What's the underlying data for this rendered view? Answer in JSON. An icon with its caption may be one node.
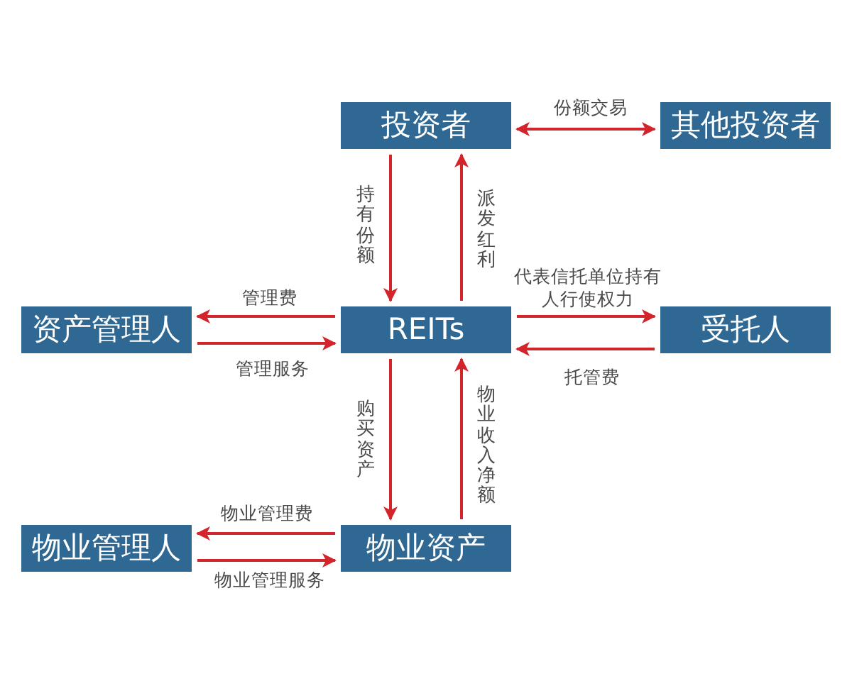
{
  "diagram": {
    "nodes": [
      {
        "text": [
          "投资者"
        ]
      },
      {
        "text": [
          "其他投资者"
        ]
      },
      {
        "text": [
          "资产管理人"
        ]
      },
      {
        "text": [
          "REITs"
        ]
      },
      {
        "text": [
          "受托人"
        ]
      },
      {
        "text": [
          "物业管理人"
        ]
      },
      {
        "text": [
          "物业资产"
        ]
      }
    ],
    "edges": [
      {
        "from": 0,
        "to": 1,
        "arrow": "both",
        "label": "份额交易"
      },
      {
        "from": 0,
        "to": 3,
        "arrow": "to",
        "label": "持有份额"
      },
      {
        "from": 3,
        "to": 0,
        "arrow": "to",
        "label": "派发红利"
      },
      {
        "from": 3,
        "to": 2,
        "arrow": "to",
        "label": "管理费"
      },
      {
        "from": 2,
        "to": 3,
        "arrow": "to",
        "label": "管理服务"
      },
      {
        "from": 3,
        "to": 4,
        "arrow": "to",
        "label": "代表信托单位持有人行使权力"
      },
      {
        "from": 4,
        "to": 3,
        "arrow": "to",
        "label": "托管费"
      },
      {
        "from": 3,
        "to": 6,
        "arrow": "to",
        "label": "购买资产"
      },
      {
        "from": 6,
        "to": 3,
        "arrow": "to",
        "label": "物业收入净额"
      },
      {
        "from": 6,
        "to": 5,
        "arrow": "to",
        "label": "物业管理费"
      },
      {
        "from": 5,
        "to": 6,
        "arrow": "to",
        "label": "物业管理服务"
      }
    ]
  }
}
